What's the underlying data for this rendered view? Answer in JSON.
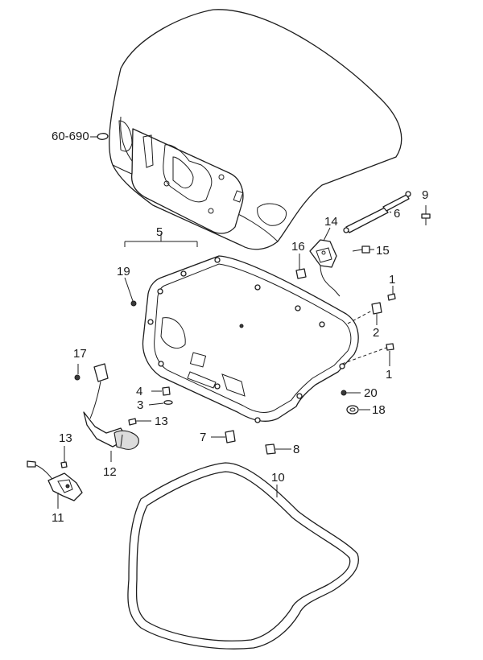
{
  "labels": {
    "l_60_690": "60-690",
    "l_1a": "1",
    "l_1b": "1",
    "l_2": "2",
    "l_3": "3",
    "l_4": "4",
    "l_5": "5",
    "l_6": "6",
    "l_7": "7",
    "l_8": "8",
    "l_9": "9",
    "l_10": "10",
    "l_11": "11",
    "l_12": "12",
    "l_13a": "13",
    "l_13b": "13",
    "l_14": "14",
    "l_15": "15",
    "l_16": "16",
    "l_17": "17",
    "l_18": "18",
    "l_19": "19",
    "l_20": "20"
  }
}
